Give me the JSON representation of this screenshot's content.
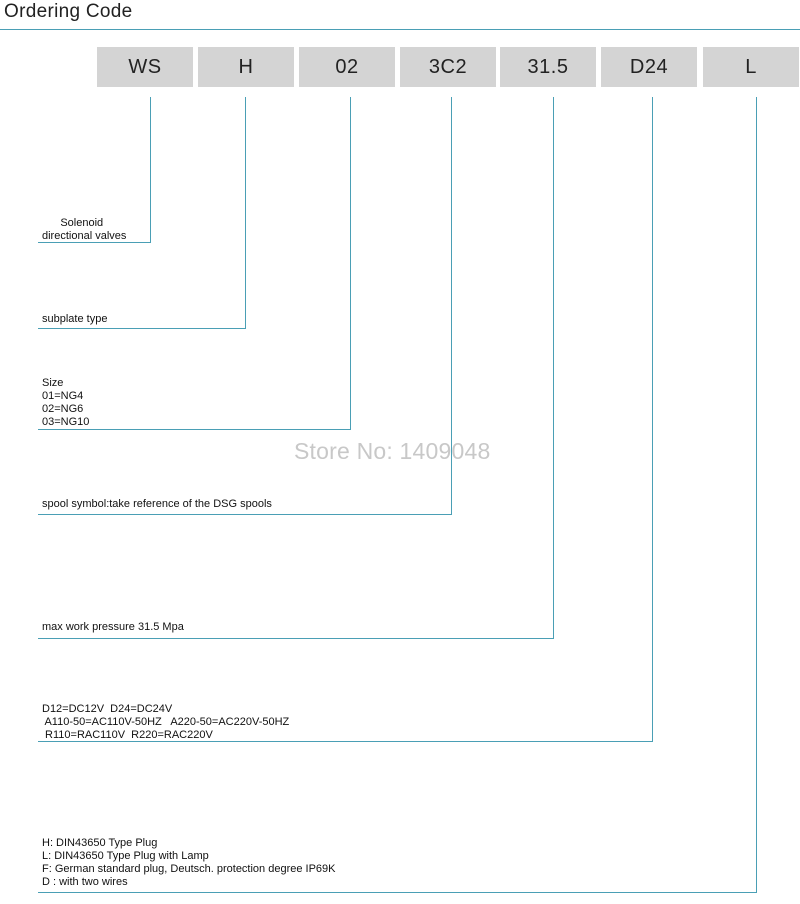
{
  "title": "Ordering Code",
  "codes": [
    "WS",
    "H",
    "02",
    "3C2",
    "31.5",
    "D24",
    "L"
  ],
  "labels": [
    {
      "lines": [
        "      Solenoid",
        "directional valves"
      ]
    },
    {
      "lines": [
        "subplate type"
      ]
    },
    {
      "lines": [
        "Size",
        "01=NG4",
        "02=NG6",
        "03=NG10"
      ]
    },
    {
      "lines": [
        "spool symbol:take reference of the DSG spools"
      ]
    },
    {
      "lines": [
        "max work pressure 31.5 Mpa"
      ]
    },
    {
      "lines": [
        "D12=DC12V  D24=DC24V",
        " A110-50=AC110V-50HZ   A220-50=AC220V-50HZ",
        " R110=RAC110V  R220=RAC220V"
      ]
    },
    {
      "lines": [
        "H: DIN43650 Type Plug",
        "L: DIN43650 Type Plug with Lamp",
        "F: German standard plug, Deutsch. protection degree IP69K",
        "D : with two wires"
      ]
    }
  ],
  "watermark": "Store No: 1409048",
  "colors": {
    "line": "#4a9fb5",
    "box": "#d4d4d4",
    "watermark": "#c8c8c8"
  }
}
